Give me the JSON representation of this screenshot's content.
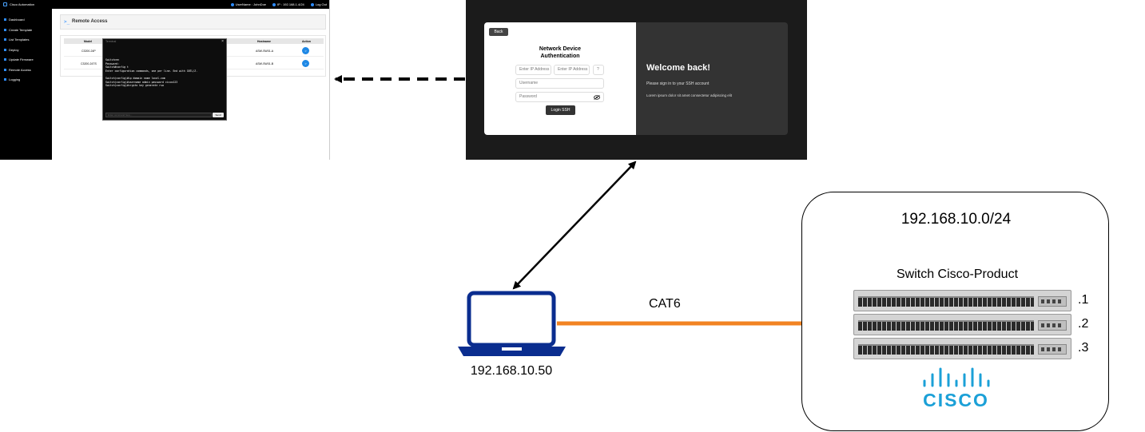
{
  "app_screenshot": {
    "brand": "Cisco Automation",
    "user": "UserName : JohnDoe",
    "ip": "IP : 192.168.1.4/24",
    "logout": "Log Out",
    "sidebar": [
      "Dashboard",
      "Create Template",
      "List Templates",
      "Deploy",
      "Update Firmware",
      "Remote Access",
      "Logging"
    ],
    "page_title": "Remote Access",
    "table": {
      "headers": [
        "Model",
        "Hostname",
        "Action"
      ],
      "rows": [
        {
          "model": "C3200-24P",
          "hostname": "ASW-SW01-A"
        },
        {
          "model": "C3200-24TS",
          "hostname": "ASW-SW01-B"
        }
      ]
    },
    "terminal": {
      "title": "Terminal",
      "close": "×",
      "lines": "Switch>en\nPassword:\nSwitch#config t\nEnter configuration commands, one per line. End with CNTL/Z.\n\nSwitch(config)#ip domain name local.com\nSwitch(config)#username admin password cisco123\nSwitch(config)#crypto key generate rsa",
      "input_placeholder": "Enter command here...",
      "send": "Send"
    }
  },
  "login_screenshot": {
    "back": "Back",
    "title_line1": "Network Device",
    "title_line2": "Authentication",
    "ip_field_1": "Enter IP Address",
    "ip_field_2": "Enter IP Address",
    "port_field": "?",
    "username": "Username",
    "password": "Password",
    "submit": "Login SSH",
    "welcome": "Welcome back!",
    "welcome_sub": "Please sign in to your SSH account",
    "welcome_lorem": "Lorem ipsum dolor sit amet consectetur adipiscing elit"
  },
  "diagram": {
    "subnet": "192.168.10.0/24",
    "switch_label": "Switch Cisco-Product",
    "switch_suffixes": [
      ".1",
      ".2",
      ".3"
    ],
    "cisco_wordmark": "CISCO",
    "laptop_ip": "192.168.10.50",
    "cable_label": "CAT6",
    "colors": {
      "cable": "#f28322",
      "laptop": "#0a2d8f",
      "cisco": "#1ba0d7"
    }
  }
}
